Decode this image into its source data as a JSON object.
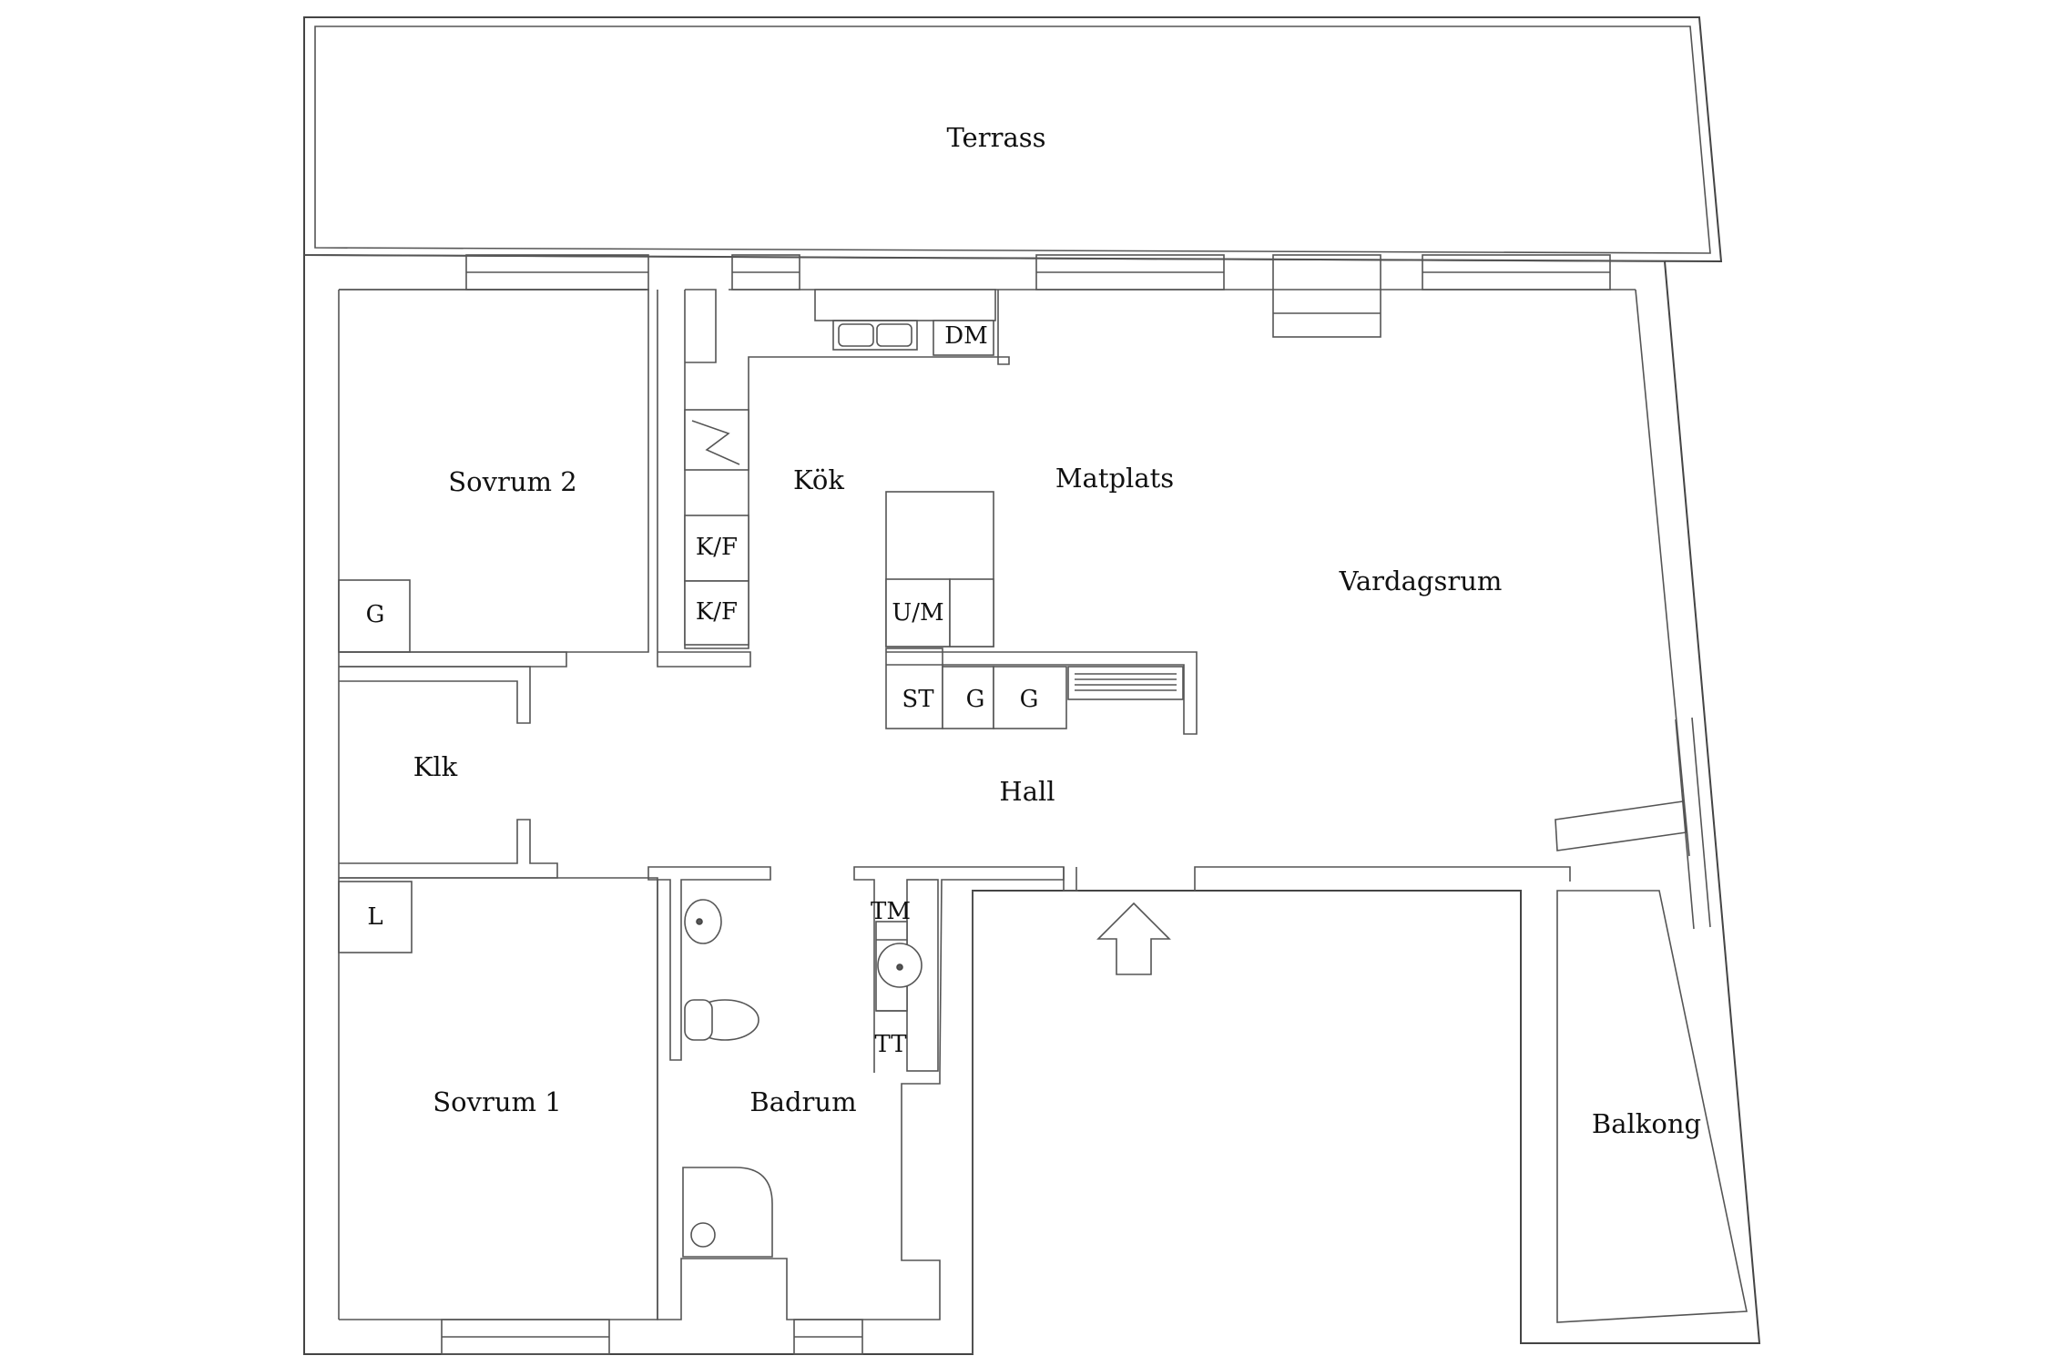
{
  "rooms": {
    "terrass": "Terrass",
    "sovrum2": "Sovrum 2",
    "kok": "Kök",
    "matplats": "Matplats",
    "vardagsrum": "Vardagsrum",
    "klk": "Klk",
    "hall": "Hall",
    "sovrum1": "Sovrum 1",
    "badrum": "Badrum",
    "balkong": "Balkong"
  },
  "fixtures": {
    "dm": "DM",
    "kf1": "K/F",
    "kf2": "K/F",
    "um": "U/M",
    "st": "ST",
    "g_kitchen1": "G",
    "g_kitchen2": "G",
    "g_sovrum2": "G",
    "l_sovrum1": "L",
    "tm": "TM",
    "tt": "TT"
  },
  "icons": {
    "entrance": "entrance-arrow-icon"
  }
}
